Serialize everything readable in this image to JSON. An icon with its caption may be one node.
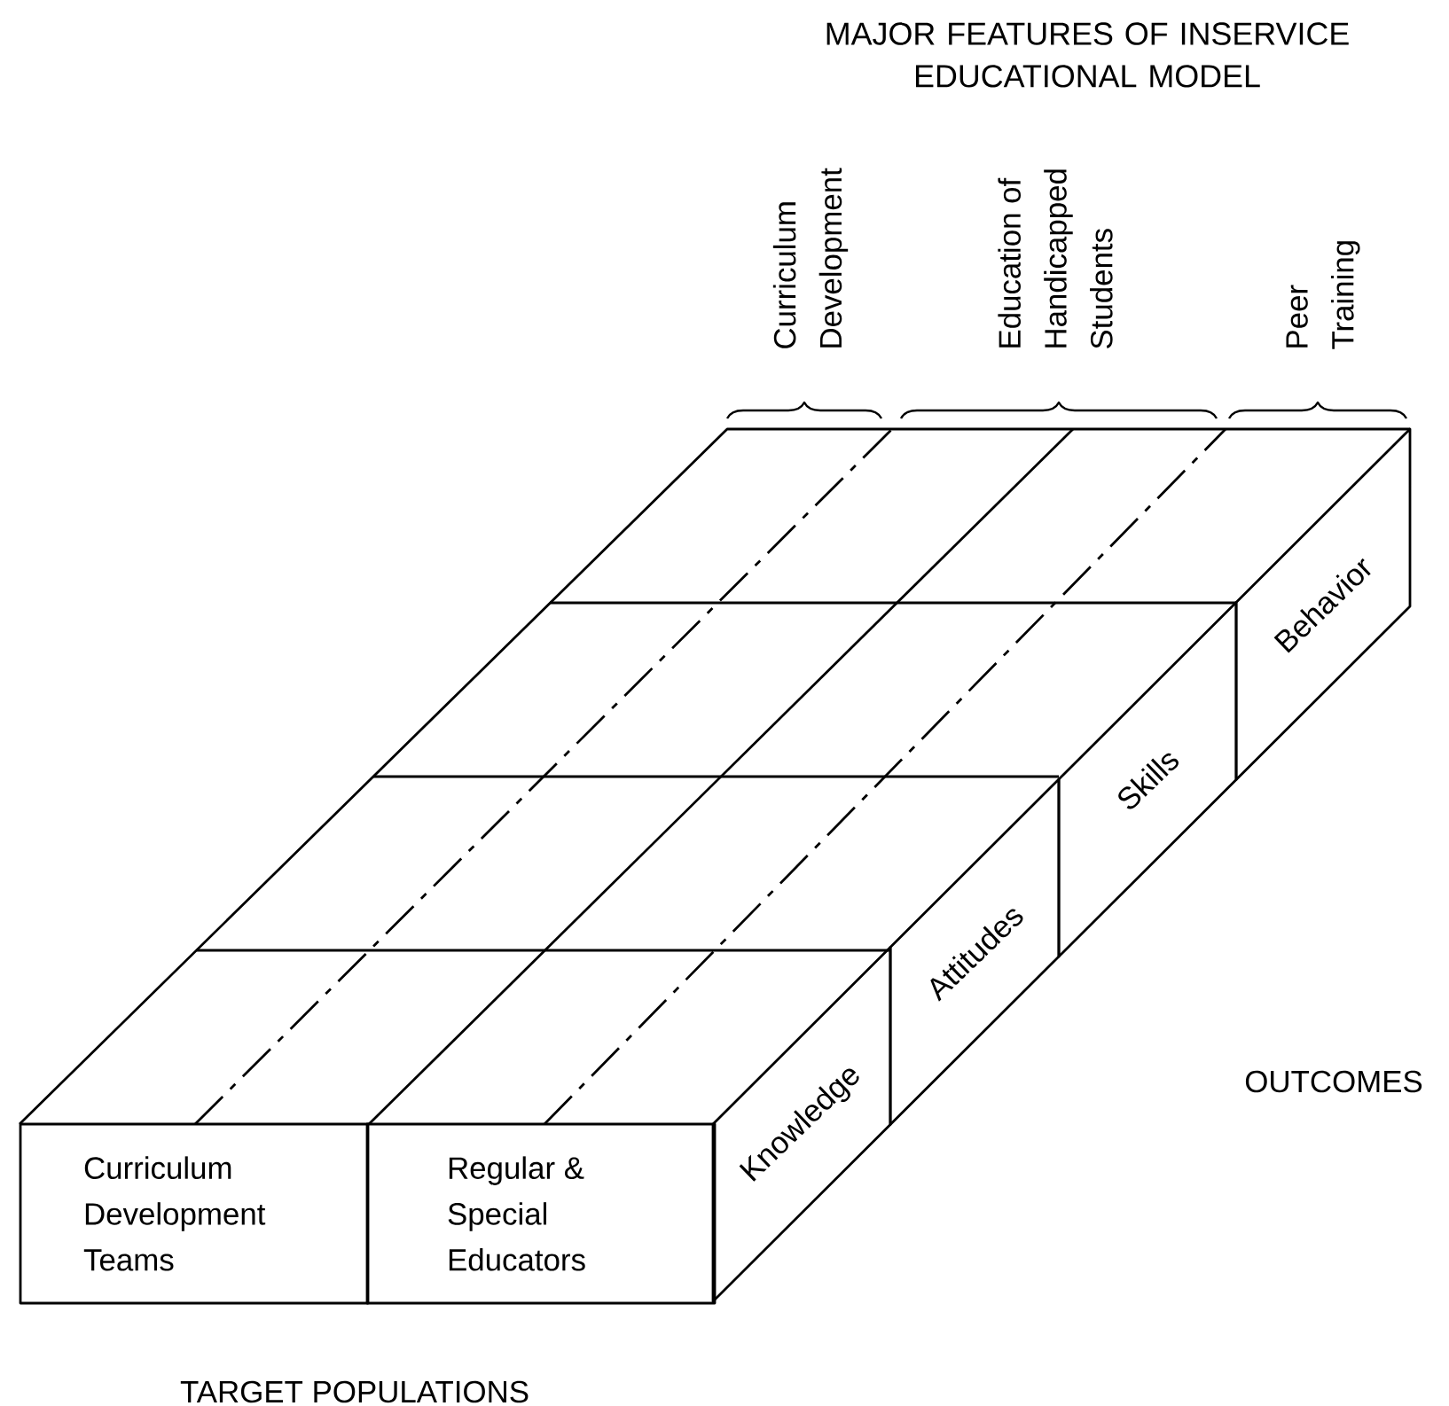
{
  "diagram": {
    "title": "MAJOR FEATURES OF INSERVICE EDUCATIONAL MODEL",
    "nodes": [
      {
        "text": [
          "Curriculum Development Teams"
        ]
      },
      {
        "text": [
          "Regular & Special Educators"
        ]
      },
      {
        "text": [
          "Knowledge"
        ]
      },
      {
        "text": [
          "Attitudes"
        ]
      },
      {
        "text": [
          "Skills"
        ]
      },
      {
        "text": [
          "Behavior"
        ]
      }
    ],
    "labels": [
      "Curriculum Development",
      "Education of Handicapped Students",
      "Peer Training",
      "OUTCOMES",
      "TARGET POPULATIONS"
    ]
  }
}
